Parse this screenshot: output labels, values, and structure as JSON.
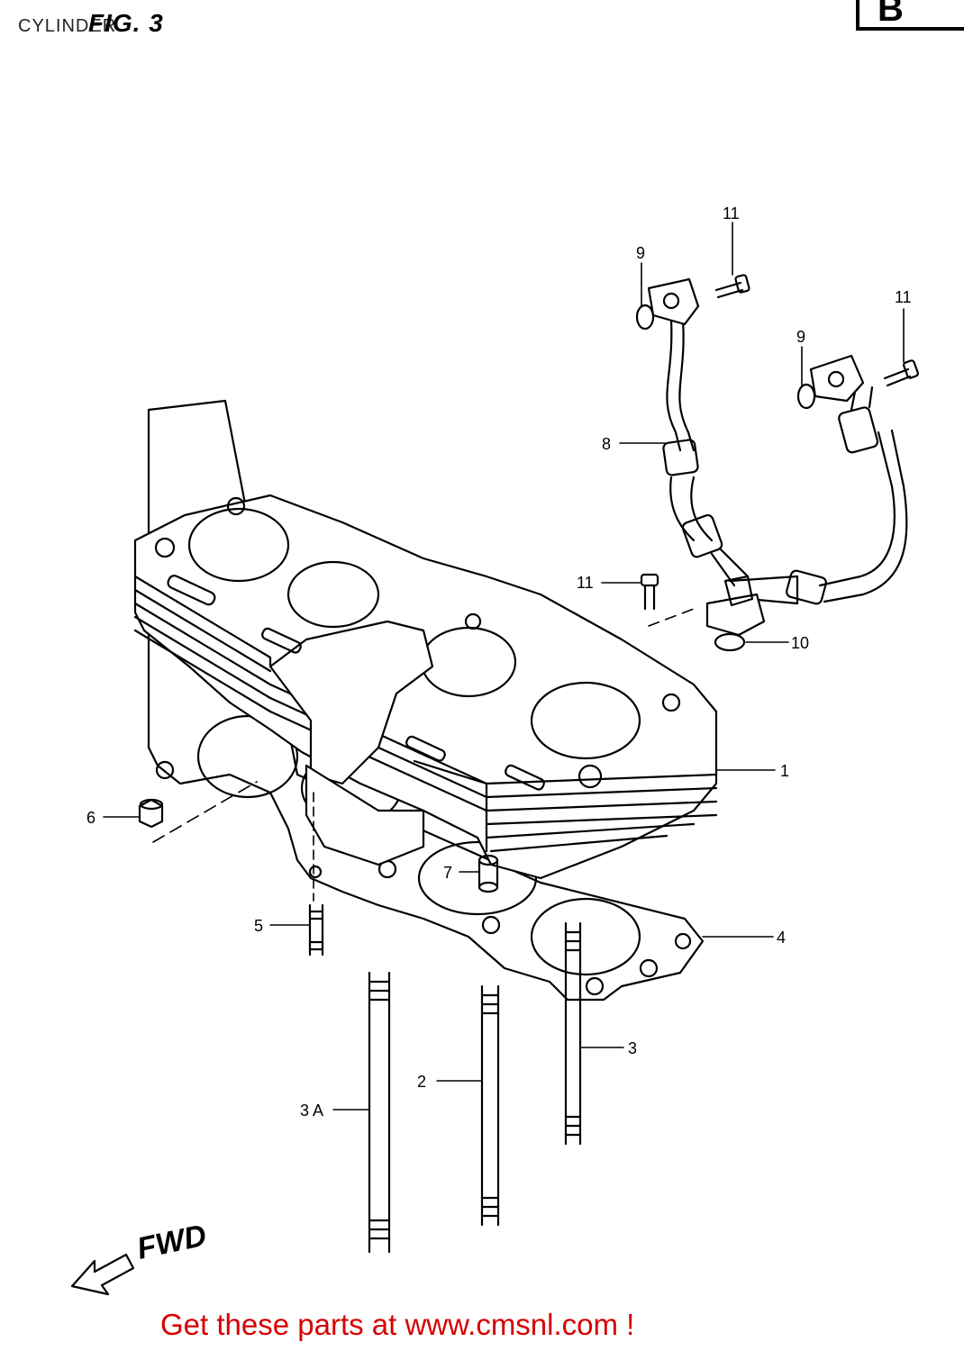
{
  "header": {
    "section_title": "CYLINDER",
    "figure_label": "FIG. 3",
    "section_code": "B"
  },
  "diagram": {
    "direction_label": "FWD",
    "callouts": [
      "1",
      "2",
      "3",
      "3 A",
      "4",
      "5",
      "6",
      "7",
      "8",
      "9",
      "9",
      "10",
      "11",
      "11",
      "11"
    ]
  },
  "footer": {
    "text": "Get these parts at www.cmsnl.com !"
  }
}
